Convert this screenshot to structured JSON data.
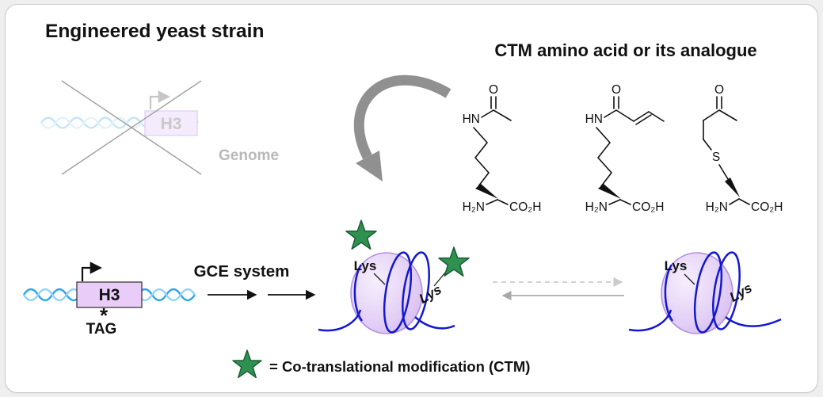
{
  "titles": {
    "main": "Engineered yeast strain",
    "ctm": "CTM amino acid or its analogue"
  },
  "genome": {
    "gene": "H3",
    "label": "Genome"
  },
  "construct": {
    "gene": "H3",
    "asterisk": "*",
    "codon": "TAG"
  },
  "gce": {
    "label": "GCE system"
  },
  "nucleosome_left": {
    "lys_top": "Lys",
    "lys_side": "Lys"
  },
  "nucleosome_right": {
    "lys_top": "Lys",
    "lys_side": "Lys"
  },
  "legend": {
    "text": "= Co-translational modification (CTM)"
  },
  "chem": {
    "acetyl": {
      "o": "O",
      "hn": "HN",
      "h2n": "H₂N",
      "co2h": "CO₂H"
    },
    "crotonyl": {
      "o": "O",
      "hn": "HN",
      "h2n": "H₂N",
      "co2h": "CO₂H"
    },
    "thioether": {
      "o": "O",
      "s": "S",
      "h2n": "H₂N",
      "co2h": "CO₂H"
    }
  },
  "icons": {
    "ctm_star": "green-star-icon"
  },
  "colors": {
    "card_bg": "#ffffff",
    "page_bg": "#efefef",
    "dna_light_blue": "#2ba3e8",
    "dna_dark_blue": "#1418cf",
    "histone_purple": "#e2cdf6",
    "gene_box_purple": "#e9cdf8",
    "star_green": "#2e9150",
    "faded_gray": "#b9b9b9",
    "arrow_gray": "#909090"
  }
}
